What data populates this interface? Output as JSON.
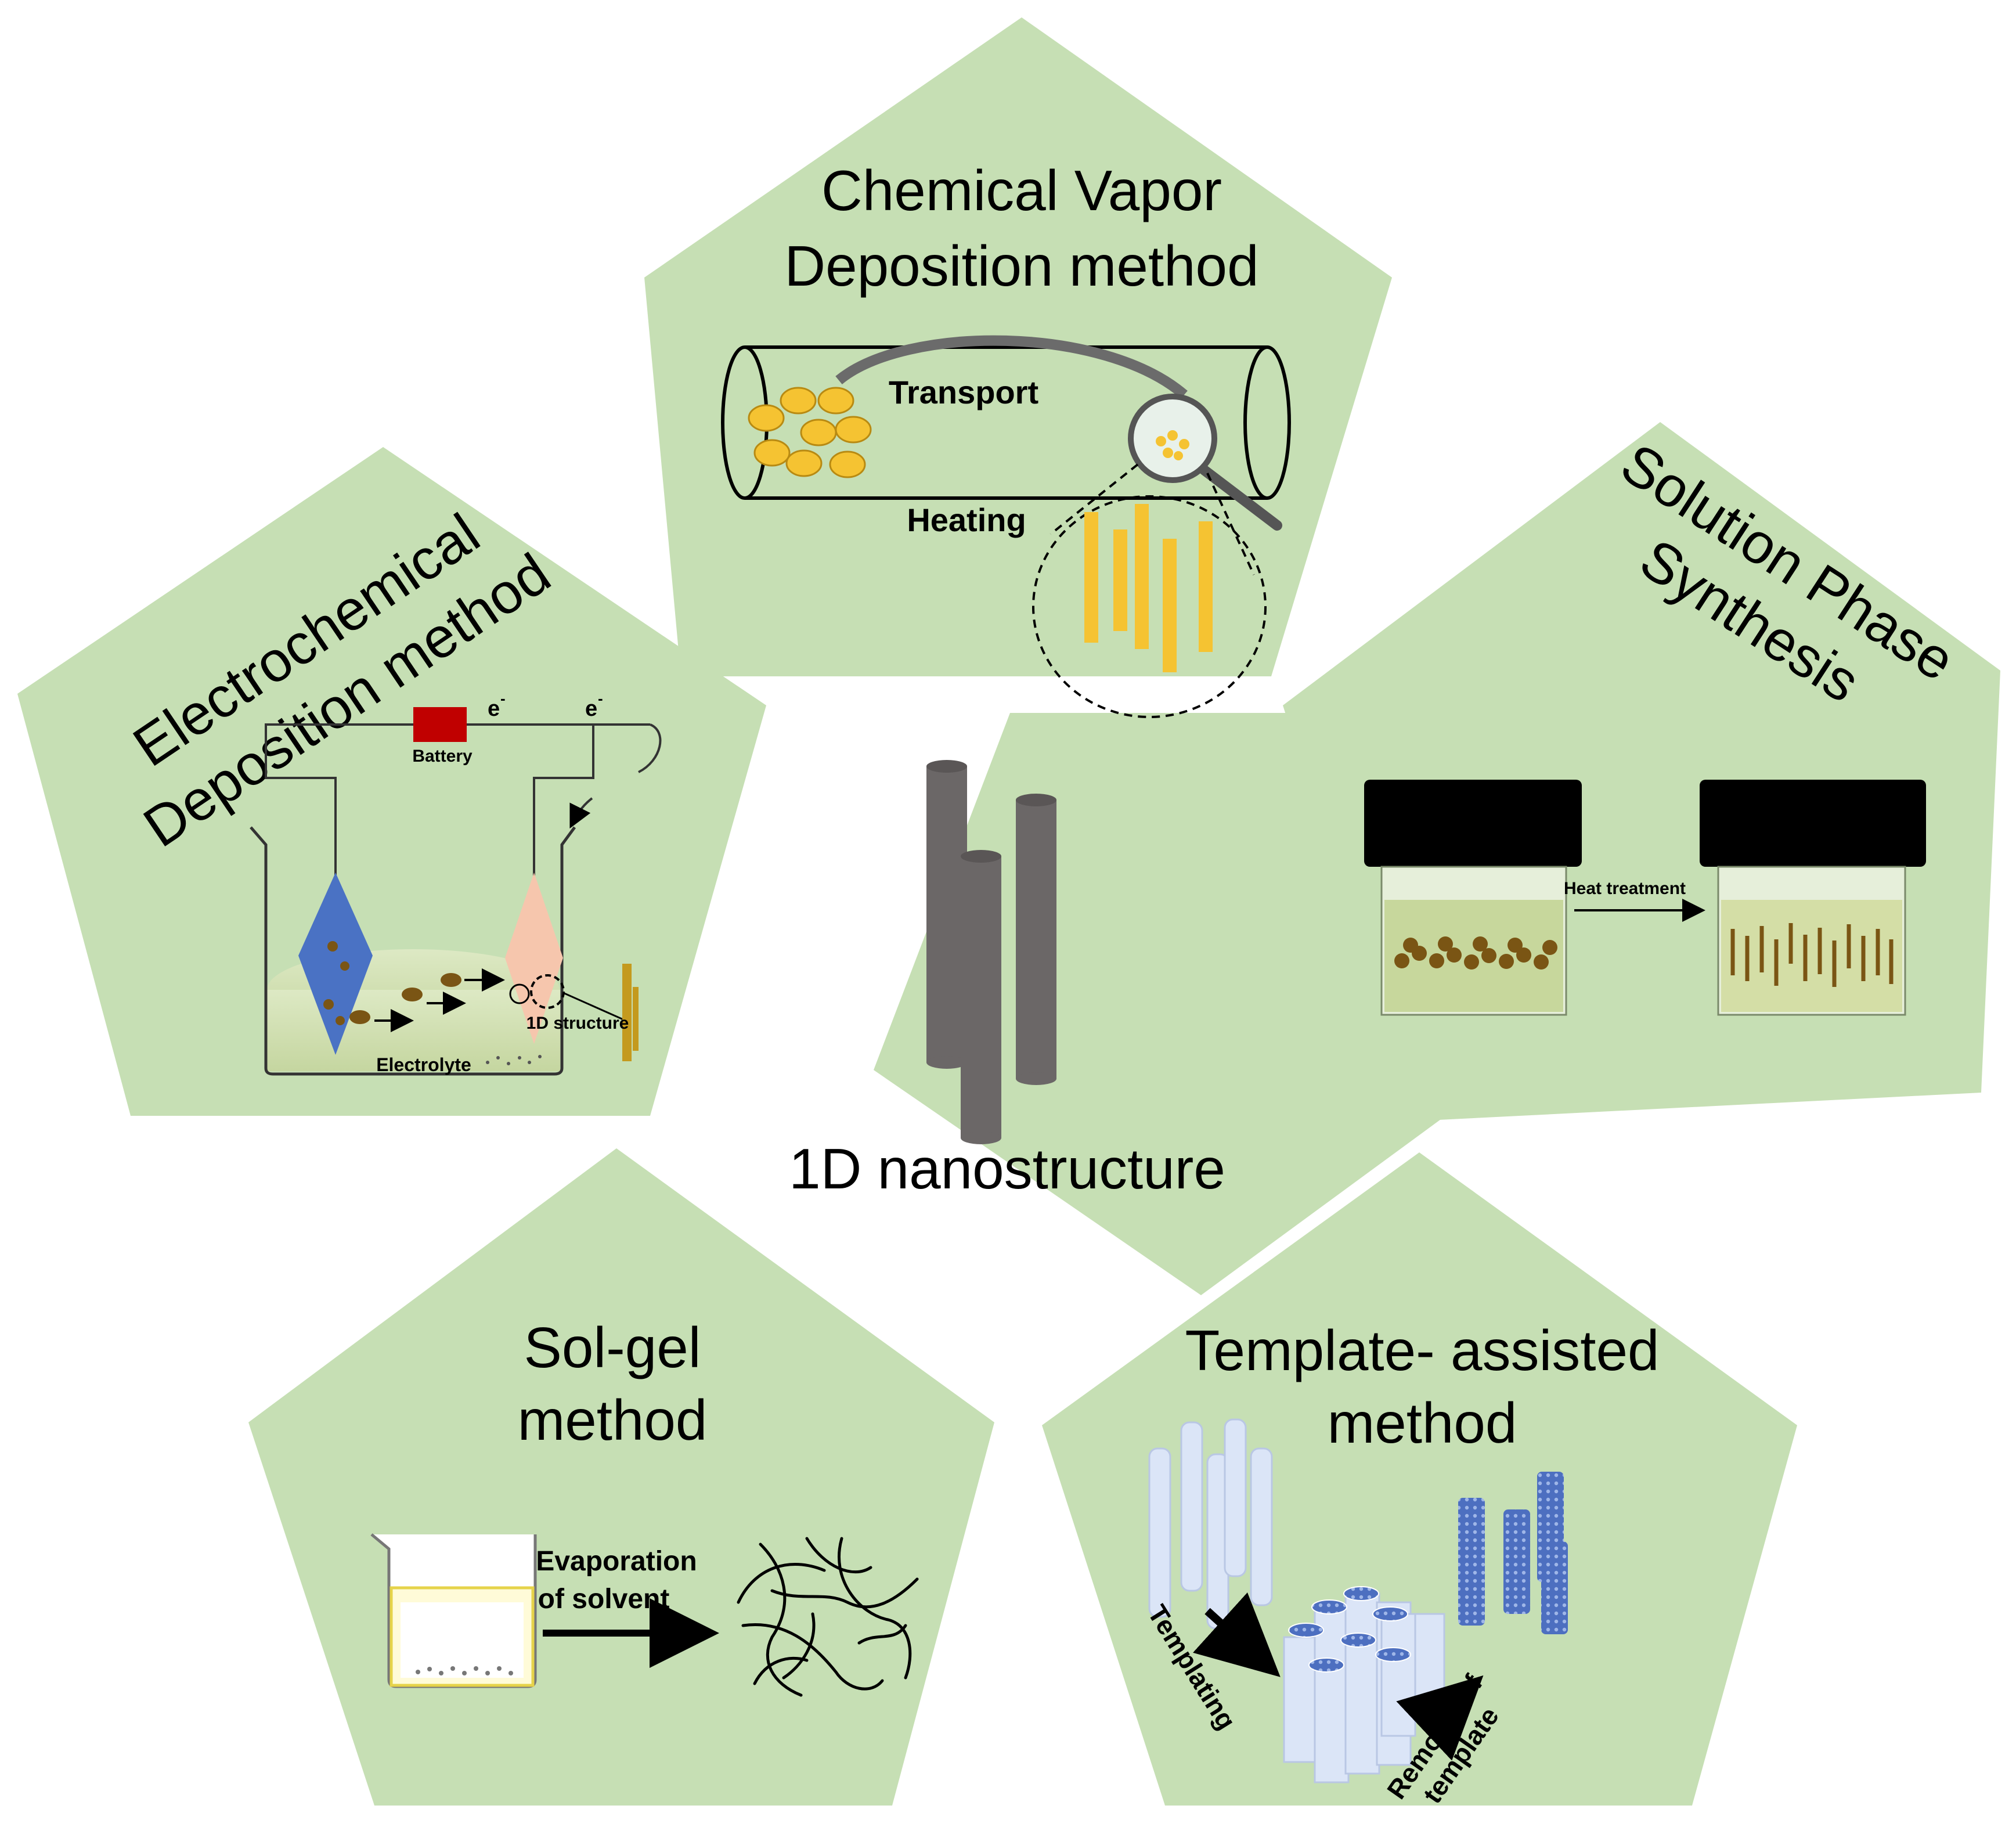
{
  "colors": {
    "panel": "#c6dfb4",
    "rod": "#6b6767",
    "droplet": "#f5c332",
    "anode": "#4a72c4",
    "cathode": "#f6c6ad",
    "battery": "#c00000",
    "particle": "#7a5514",
    "template": "#dbe5f7",
    "nanowire": "#4d6fc0"
  },
  "center": {
    "title": "1D nanostructure",
    "icon": "nanorods-icon"
  },
  "cvd": {
    "title_line1": "Chemical Vapor",
    "title_line2": "Deposition method",
    "transport_label": "Transport",
    "heating_label": "Heating",
    "icon": "magnifier-icon"
  },
  "electrochemical": {
    "title_line1": "Electrochemical",
    "title_line2": "Deposition method",
    "battery_label": "Battery",
    "electron_label": "e",
    "electron_sup": "-",
    "structure_label": "1D structure",
    "electrolyte_label": "Electrolyte"
  },
  "solution": {
    "title_line1": "Solution Phase",
    "title_line2": "Synthesis",
    "arrow_label": "Heat treatment"
  },
  "solgel": {
    "title_line1": "Sol-gel",
    "title_line2": "method",
    "arrow_label_line1": "Evaporation",
    "arrow_label_line2": "of solvent"
  },
  "template": {
    "title_line1": "Template- assisted",
    "title_line2": "method",
    "templating_label": "Templating",
    "removal_line1": "Removal of",
    "removal_line2": "template"
  }
}
